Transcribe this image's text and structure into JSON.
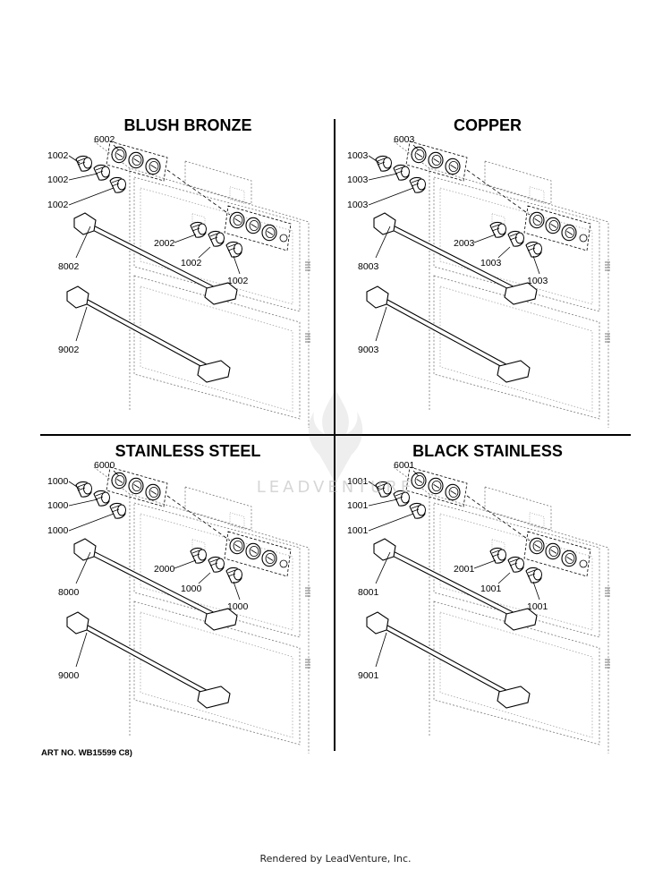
{
  "panels": [
    {
      "title": "BLUSH BRONZE",
      "callouts": {
        "knob_set": "6002",
        "knob_a": "1002",
        "knob_b": "1002",
        "knob_c": "1002",
        "knob_lower_main": "2002",
        "knob_lower_a": "1002",
        "knob_lower_b": "1002",
        "handle_upper": "8002",
        "handle_lower": "9002"
      }
    },
    {
      "title": "COPPER",
      "callouts": {
        "knob_set": "6003",
        "knob_a": "1003",
        "knob_b": "1003",
        "knob_c": "1003",
        "knob_lower_main": "2003",
        "knob_lower_a": "1003",
        "knob_lower_b": "1003",
        "handle_upper": "8003",
        "handle_lower": "9003"
      }
    },
    {
      "title": "STAINLESS STEEL",
      "callouts": {
        "knob_set": "6000",
        "knob_a": "1000",
        "knob_b": "1000",
        "knob_c": "1000",
        "knob_lower_main": "2000",
        "knob_lower_a": "1000",
        "knob_lower_b": "1000",
        "handle_upper": "8000",
        "handle_lower": "9000"
      }
    },
    {
      "title": "BLACK STAINLESS",
      "callouts": {
        "knob_set": "6001",
        "knob_a": "1001",
        "knob_b": "1001",
        "knob_c": "1001",
        "knob_lower_main": "2001",
        "knob_lower_a": "1001",
        "knob_lower_b": "1001",
        "handle_upper": "8001",
        "handle_lower": "9001"
      }
    }
  ],
  "art_number": "ART NO. WB15599 C8)",
  "watermark": "LEADVENTURE",
  "footer": "Rendered by LeadVenture, Inc."
}
